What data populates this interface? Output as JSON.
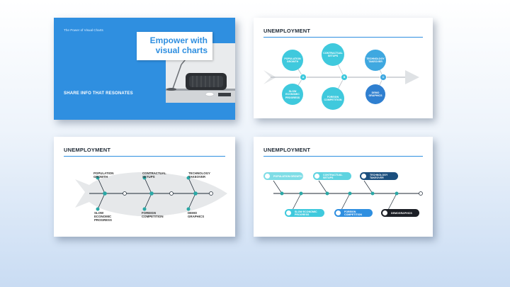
{
  "slide1": {
    "kicker": "The Power of Visual Charts",
    "headline_line1": "Empower with",
    "headline_line2": "visual charts",
    "tagline": "SHARE INFO THAT RESONATES"
  },
  "slide2": {
    "title": "UNEMPLOYMENT",
    "nodes": [
      {
        "text": "POPULATION GROWTH",
        "color": "#3fc9dd"
      },
      {
        "text": "CONTRACTUAL SETUPS",
        "color": "#3fc9dd"
      },
      {
        "text": "TECHNOLOGY TAKEOVER",
        "color": "#3fa8e0"
      },
      {
        "text": "SLOW ECONOMIC PROGRESS",
        "color": "#3fc9dd"
      },
      {
        "text": "FOREIGN COMPETITION",
        "color": "#3fc9dd"
      },
      {
        "text": "DEMO GRAPHICS",
        "color": "#2f7fd0"
      }
    ],
    "markers": [
      "A",
      "B",
      "C"
    ]
  },
  "slide3": {
    "title": "UNEMPLOYMENT",
    "labels": [
      "POPULATION GROWTH",
      "CONTRACTUAL SETUPS",
      "TECHNOLOGY TAKEOVER",
      "SLOW ECONOMIC PROGRESS",
      "FOREIGN COMPETITION",
      "DEMO GRAPHICS"
    ]
  },
  "slide4": {
    "title": "UNEMPLOYMENT",
    "pills": [
      {
        "text": "POPULATION GROWTH",
        "color": "#7fdde6"
      },
      {
        "text": "CONTRACTUAL SETUPS",
        "color": "#5ed3e0"
      },
      {
        "text": "TECHNOLOGY TAKEOVER",
        "color": "#1b4f7e"
      },
      {
        "text": "SLOW ECONOMIC PROGRESS",
        "color": "#3fc9dd"
      },
      {
        "text": "FOREIGN COMPETITION",
        "color": "#2f8fe0"
      },
      {
        "text": "DEMOGRAPHICS",
        "color": "#1c1f26"
      }
    ]
  },
  "colors": {
    "accent": "#2f8fe0",
    "cyan": "#3fc9dd",
    "dark": "#1c1f26"
  }
}
